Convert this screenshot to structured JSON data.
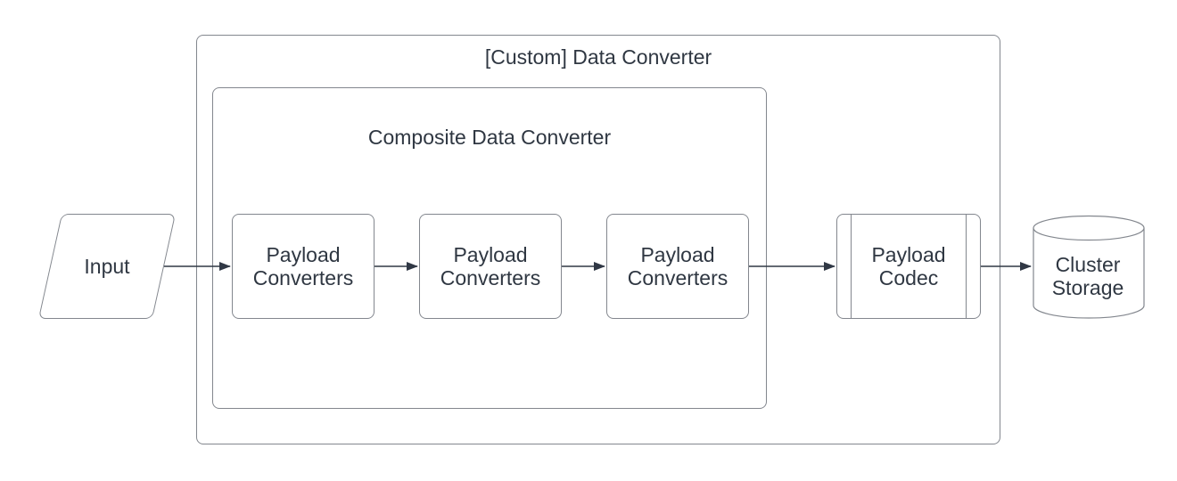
{
  "diagram": {
    "containers": [
      {
        "id": "custom",
        "label": "[Custom] Data Converter"
      },
      {
        "id": "composite",
        "label": "Composite Data Converter"
      }
    ],
    "nodes": [
      {
        "id": "input",
        "type": "parallelogram",
        "label": "Input"
      },
      {
        "id": "pc1",
        "type": "rounded-box",
        "label": "Payload Converters"
      },
      {
        "id": "pc2",
        "type": "rounded-box",
        "label": "Payload Converters"
      },
      {
        "id": "pc3",
        "type": "rounded-box",
        "label": "Payload Converters"
      },
      {
        "id": "codec",
        "type": "subroutine",
        "label": "Payload Codec"
      },
      {
        "id": "storage",
        "type": "cylinder",
        "label": "Cluster Storage"
      }
    ],
    "edges": [
      {
        "from": "input",
        "to": "pc1"
      },
      {
        "from": "pc1",
        "to": "pc2"
      },
      {
        "from": "pc2",
        "to": "pc3"
      },
      {
        "from": "pc3",
        "to": "codec"
      },
      {
        "from": "codec",
        "to": "storage"
      }
    ],
    "colors": {
      "shape_stroke": "#83878e",
      "arrow": "#303845",
      "text": "#2f3742",
      "background": "#ffffff"
    }
  }
}
